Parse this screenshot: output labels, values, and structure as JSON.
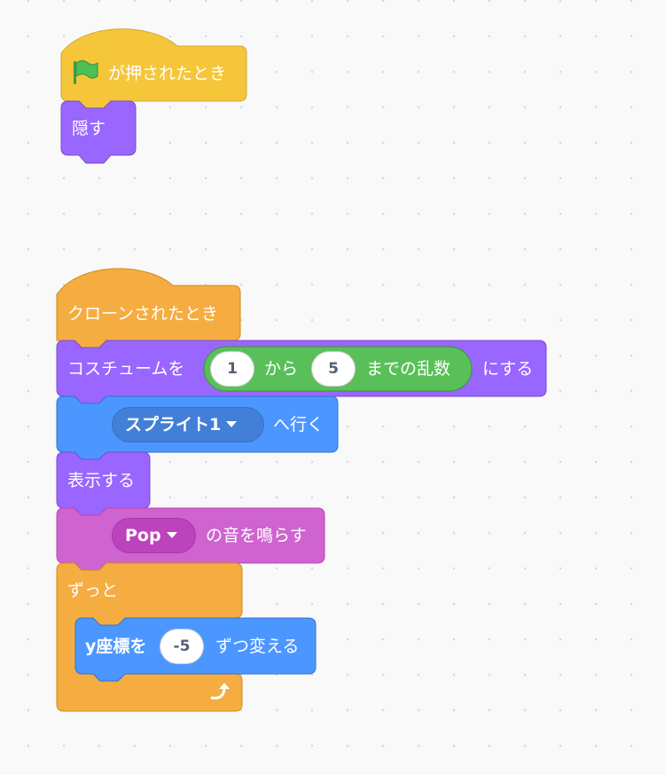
{
  "script_flag": {
    "hat_text": "が押されたとき",
    "hide_text": "隠す"
  },
  "script_clone": {
    "hat_text": "クローンされたとき",
    "costume_prefix": "コスチュームを",
    "random_from": "1",
    "random_mid": "から",
    "random_to": "5",
    "random_suffix": "までの乱数",
    "costume_suffix": "にする",
    "goto_target": "スプライト1",
    "goto_suffix": "へ行く",
    "show_text": "表示する",
    "sound_name": "Pop",
    "sound_suffix": "の音を鳴らす",
    "forever_text": "ずっと",
    "change_y_prefix": "y座標を",
    "change_y_value": "-5",
    "change_y_suffix": "ずつ変える"
  },
  "colors": {
    "events": "#ffbf00",
    "control": "#ffab19",
    "looks": "#9966ff",
    "motion": "#4c97ff",
    "sound": "#cf63cf",
    "operators": "#59c059",
    "flag": "#4cbf56",
    "workspace": "#f9f9f9"
  },
  "icons": {
    "flag": "green-flag-icon",
    "dropdown": "dropdown-arrow-icon",
    "loop": "loop-arrow-icon"
  }
}
